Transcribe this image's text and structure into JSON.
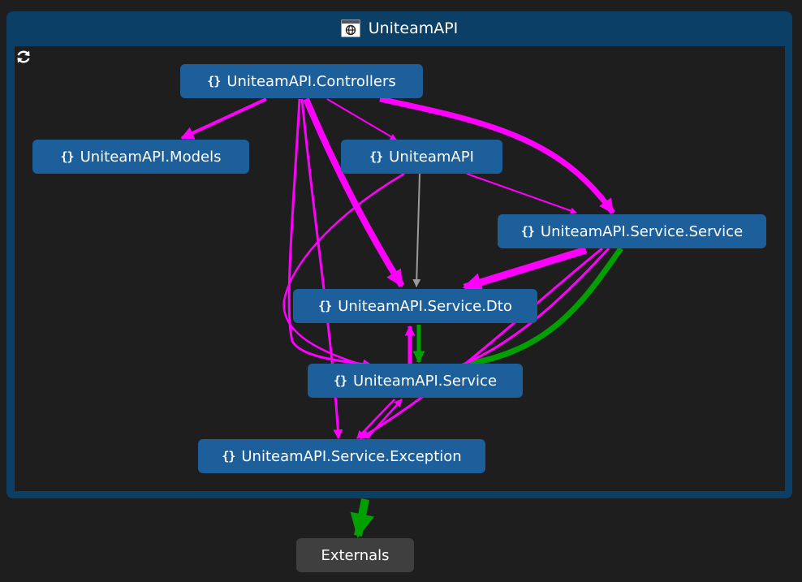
{
  "container": {
    "title": "UniteamAPI",
    "title_icon": "window-globe-icon",
    "refresh_icon": "refresh-icon"
  },
  "nodes": {
    "controllers": {
      "label": "UniteamAPI.Controllers",
      "icon": "namespace-braces-icon"
    },
    "models": {
      "label": "UniteamAPI.Models",
      "icon": "namespace-braces-icon"
    },
    "root": {
      "label": "UniteamAPI",
      "icon": "namespace-braces-icon"
    },
    "service_service": {
      "label": "UniteamAPI.Service.Service",
      "icon": "namespace-braces-icon"
    },
    "service_dto": {
      "label": "UniteamAPI.Service.Dto",
      "icon": "namespace-braces-icon"
    },
    "service": {
      "label": "UniteamAPI.Service",
      "icon": "namespace-braces-icon"
    },
    "service_exception": {
      "label": "UniteamAPI.Service.Exception",
      "icon": "namespace-braces-icon"
    },
    "externals": {
      "label": "Externals"
    }
  },
  "colors": {
    "container": "#0c3f66",
    "node": "#1c5f9b",
    "externals_node": "#3f3f3f",
    "edge_magenta": "#ff00ff",
    "edge_green": "#00a000",
    "edge_gray": "#9a9a9a",
    "background": "#1e1e1e"
  }
}
